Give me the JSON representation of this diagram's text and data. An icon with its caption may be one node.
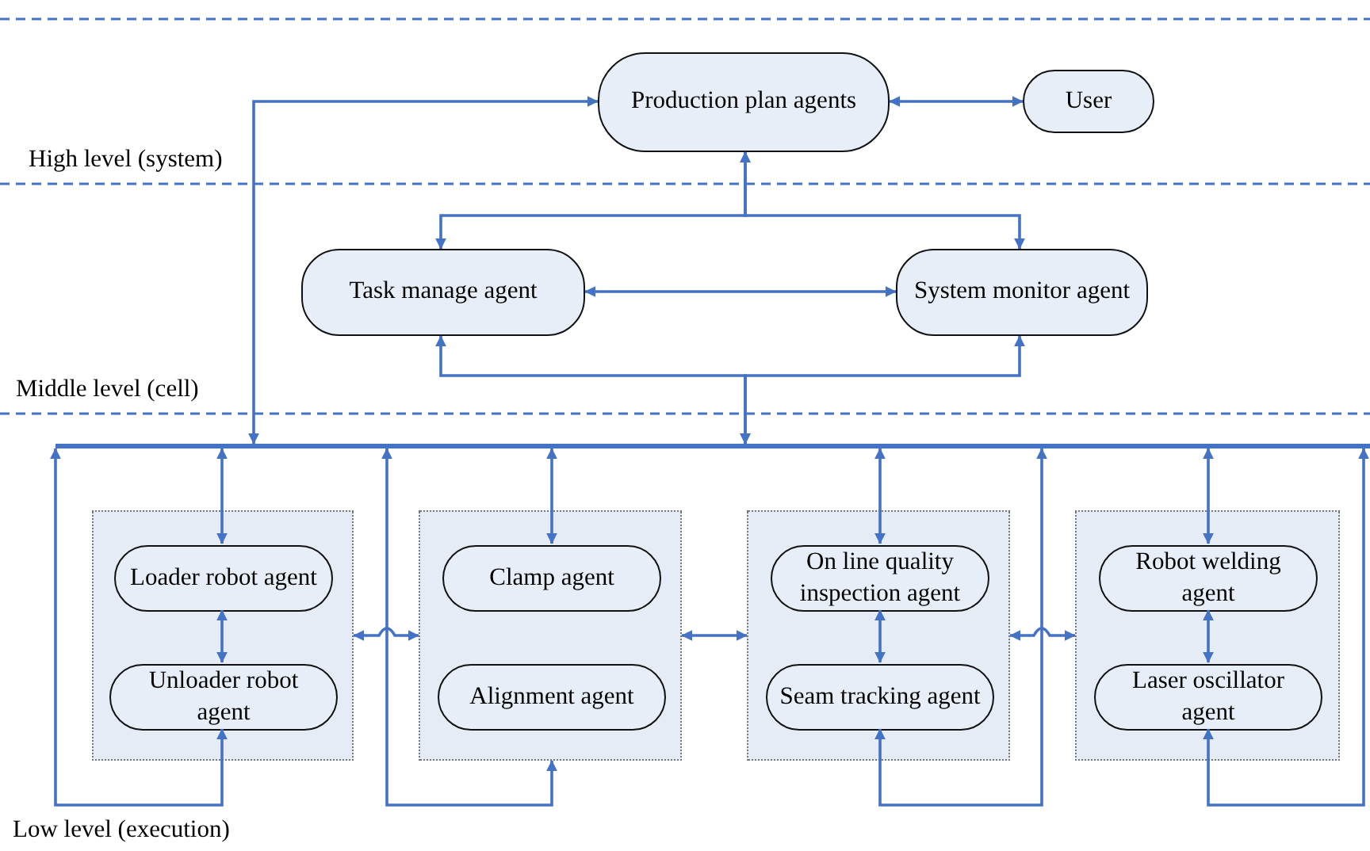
{
  "diagram": {
    "nodes": [
      {
        "text": [
          "Production plan agents"
        ]
      },
      {
        "text": [
          "User"
        ]
      },
      {
        "text": [
          "Task manage agent"
        ]
      },
      {
        "text": [
          "System monitor agent"
        ]
      },
      {
        "text": [],
        "shape": "bar"
      },
      {
        "text": [],
        "shape": "box"
      },
      {
        "text": [
          "Loader robot agent"
        ],
        "in": 5
      },
      {
        "text": [
          "Unloader robot agent"
        ],
        "in": 5
      },
      {
        "text": [],
        "shape": "box"
      },
      {
        "text": [
          "Clamp agent"
        ],
        "in": 8
      },
      {
        "text": [
          "Alignment agent"
        ],
        "in": 8
      },
      {
        "text": [],
        "shape": "box"
      },
      {
        "text": [
          "On line quality inspection agent"
        ],
        "in": 11
      },
      {
        "text": [
          "Seam tracking agent"
        ],
        "in": 11
      },
      {
        "text": [],
        "shape": "box"
      },
      {
        "text": [
          "Robot welding agent"
        ],
        "in": 14
      },
      {
        "text": [
          "Laser oscillator agent"
        ],
        "in": 14
      }
    ],
    "edges": [
      {
        "from": 4,
        "to": 0,
        "arrow": "both"
      },
      {
        "from": 0,
        "to": 1,
        "arrow": "both"
      },
      {
        "from": 0,
        "to": 2,
        "arrow": "both"
      },
      {
        "from": 0,
        "to": 3,
        "arrow": "both"
      },
      {
        "from": 2,
        "to": 3,
        "arrow": "both"
      },
      {
        "from": 4,
        "to": 2,
        "arrow": "both"
      },
      {
        "from": 4,
        "to": 3,
        "arrow": "both"
      },
      {
        "from": 4,
        "to": 6,
        "arrow": "both"
      },
      {
        "from": 6,
        "to": 7,
        "arrow": "both"
      },
      {
        "from": 7,
        "to": 4,
        "arrow": "both"
      },
      {
        "from": 4,
        "to": 9,
        "arrow": "both"
      },
      {
        "from": 8,
        "to": 4,
        "arrow": "both"
      },
      {
        "from": 5,
        "to": 8,
        "arrow": "both"
      },
      {
        "from": 8,
        "to": 11,
        "arrow": "both"
      },
      {
        "from": 4,
        "to": 12,
        "arrow": "both"
      },
      {
        "from": 12,
        "to": 13,
        "arrow": "both"
      },
      {
        "from": 13,
        "to": 4,
        "arrow": "both"
      },
      {
        "from": 11,
        "to": 14,
        "arrow": "both"
      },
      {
        "from": 4,
        "to": 15,
        "arrow": "both"
      },
      {
        "from": 15,
        "to": 16,
        "arrow": "both"
      },
      {
        "from": 16,
        "to": 4,
        "arrow": "both"
      }
    ],
    "labels": [
      "High level (system)",
      "Middle level (cell)",
      "Low level (execution)"
    ]
  }
}
